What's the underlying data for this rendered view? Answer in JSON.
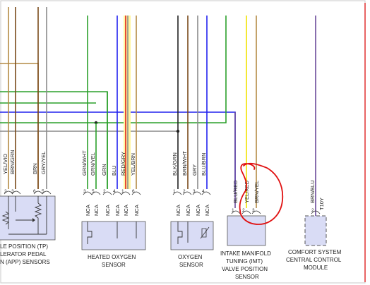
{
  "colors": {
    "green": "#2ca02c",
    "blue": "#2222ee",
    "yellow": "#f2e200",
    "red": "#e02020",
    "grey": "#8a8a8a",
    "tan": "#b48a45",
    "brown": "#7a4a1a",
    "black": "#222222",
    "purple": "#6a4a9a",
    "annotation_red": "#e01010"
  },
  "left_wires": [
    {
      "code": "YEL/VIO",
      "pin": "2"
    },
    {
      "code": "BRN/GRN",
      "pin": "3"
    },
    {
      "code": "BRN",
      "pin": "6"
    },
    {
      "code": "GRY/YEL",
      "pin": "5"
    }
  ],
  "left_component": {
    "caption": [
      "LE POSITION (TP)",
      "LERATOR PEDAL",
      "N (APP) SENSORS"
    ]
  },
  "ho2s_wires": [
    {
      "code": "GRN/WHT",
      "pin": "3"
    },
    {
      "code": "GRN/YEL",
      "pin": "5"
    },
    {
      "code": "GRN",
      "pin": "2"
    },
    {
      "code": "BLU",
      "pin": "4"
    },
    {
      "code": "RED/GRY",
      "pin": "1"
    },
    {
      "code": "YEL/BRN",
      "pin": "6"
    }
  ],
  "ho2s": {
    "caption": [
      "HEATED OXYGEN",
      "SENSOR"
    ]
  },
  "o2_wires": [
    {
      "code": "BLK/GRN",
      "pin": "1"
    },
    {
      "code": "BRN/WHT",
      "pin": "2"
    },
    {
      "code": "GRY",
      "pin": "3"
    },
    {
      "code": "BLU/BRN",
      "pin": "4"
    }
  ],
  "o2": {
    "caption": [
      "OXYGEN",
      "SENSOR"
    ]
  },
  "imt_wires": [
    {
      "code": "BLU/RED",
      "pin": "1"
    },
    {
      "code": "YEL/RED",
      "pin": "2"
    },
    {
      "code": "BRN/YEL",
      "pin": "3"
    }
  ],
  "imt": {
    "caption": [
      "INTAKE MANIFOLD",
      "TUNING (IMT)",
      "VALVE POSITION",
      "SENSOR"
    ]
  },
  "comfort_wires": [
    {
      "code": "BRN/BLU",
      "pin": "2"
    },
    {
      "code": "T10Y",
      "pin": ""
    }
  ],
  "comfort": {
    "caption": [
      "COMFORT SYSTEM",
      "CENTRAL CONTROL",
      "MODULE"
    ]
  },
  "nca_label": "NCA"
}
